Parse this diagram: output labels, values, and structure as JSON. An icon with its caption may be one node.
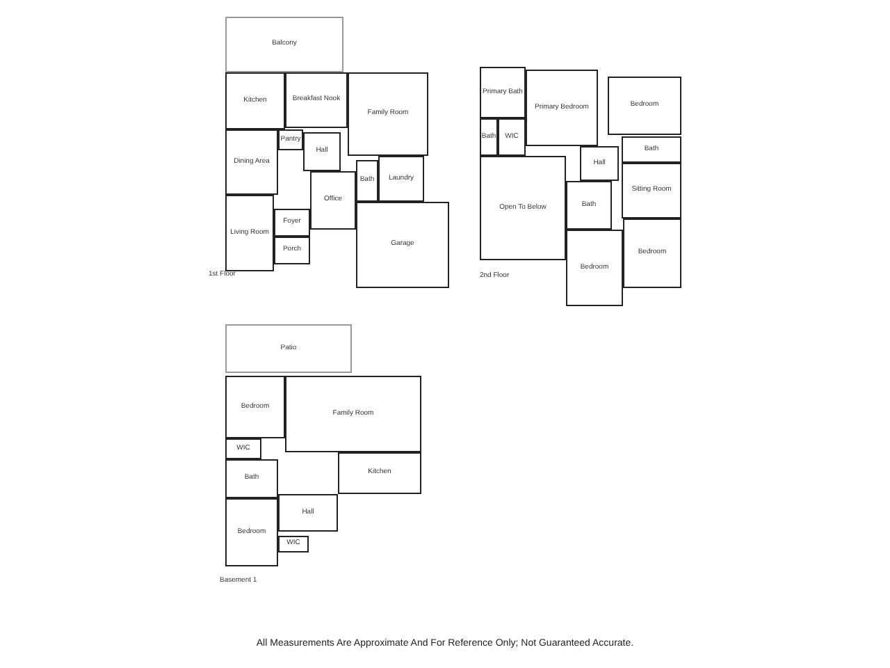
{
  "diagram": {
    "nodes": [
      {
        "text": [
          "Balcony"
        ]
      },
      {
        "text": [
          "Kitchen"
        ]
      },
      {
        "text": [
          "Breakfast Nook"
        ]
      },
      {
        "text": [
          "Family Room"
        ]
      },
      {
        "text": [
          "Pantry"
        ]
      },
      {
        "text": [
          "Dining Area"
        ]
      },
      {
        "text": [
          "Hall"
        ]
      },
      {
        "text": [
          "Bath"
        ]
      },
      {
        "text": [
          "Laundry"
        ]
      },
      {
        "text": [
          "Office"
        ]
      },
      {
        "text": [
          "Living Room"
        ]
      },
      {
        "text": [
          "Foyer"
        ]
      },
      {
        "text": [
          "Porch"
        ]
      },
      {
        "text": [
          "Garage"
        ]
      },
      {
        "text": [
          "Primary Bath"
        ]
      },
      {
        "text": [
          "Primary Bedroom"
        ]
      },
      {
        "text": [
          "Bedroom"
        ]
      },
      {
        "text": [
          "Bath"
        ]
      },
      {
        "text": [
          "WIC"
        ]
      },
      {
        "text": [
          "Hall"
        ]
      },
      {
        "text": [
          "Bath"
        ]
      },
      {
        "text": [
          "Sitting Room"
        ]
      },
      {
        "text": [
          "Open To Below"
        ]
      },
      {
        "text": [
          "Bath"
        ]
      },
      {
        "text": [
          "Bedroom"
        ]
      },
      {
        "text": [
          "Bedroom"
        ]
      },
      {
        "text": [
          "Patio"
        ]
      },
      {
        "text": [
          "Bedroom"
        ]
      },
      {
        "text": [
          "Family Room"
        ]
      },
      {
        "text": [
          "WIC"
        ]
      },
      {
        "text": [
          "Bath"
        ]
      },
      {
        "text": [
          "Kitchen"
        ]
      },
      {
        "text": [
          "Hall"
        ]
      },
      {
        "text": [
          "Bedroom"
        ]
      },
      {
        "text": [
          "WIC"
        ]
      }
    ],
    "labels": [
      "1st Floor",
      "2nd Floor",
      "Basement 1",
      "All Measurements Are Approximate And For Reference Only; Not Guaranteed Accurate."
    ]
  }
}
